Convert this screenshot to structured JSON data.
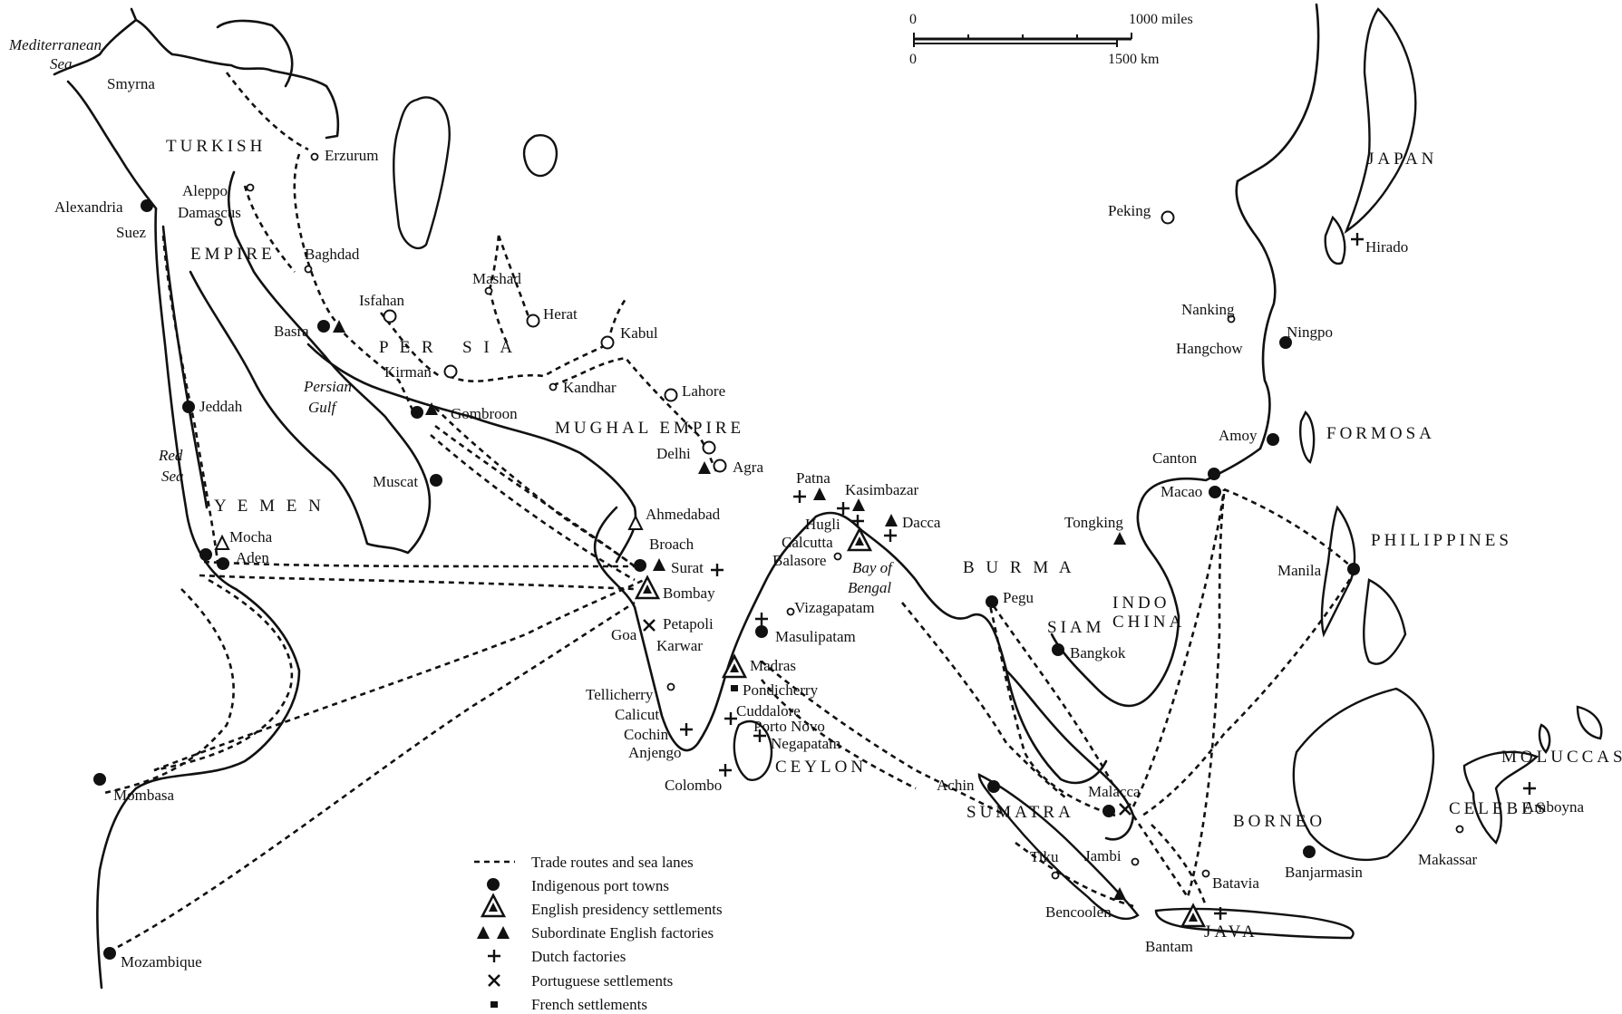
{
  "scale": {
    "zero_top": "0",
    "miles_label": "1000 miles",
    "zero_bottom": "0",
    "km_label": "1500 km"
  },
  "regions": {
    "turkish": "TURKISH",
    "empire": "EMPIRE",
    "persia_1": "P E R",
    "persia_2": "S I A",
    "mughal": "MUGHAL EMPIRE",
    "yemen": "Y E M E N",
    "japan": "JAPAN",
    "formosa": "FORMOSA",
    "philippines": "PHILIPPINES",
    "burma": "B U R M A",
    "siam": "SIAM",
    "indo": "INDO",
    "china": "CHINA",
    "ceylon": "CEYLON",
    "sumatra": "SUMATRA",
    "borneo": "BORNEO",
    "celebes": "CELEBES",
    "moluccas": "MOLUCCAS",
    "java": "JAVA"
  },
  "seas": {
    "med_1": "Mediterranean",
    "med_2": "Sea",
    "persian_gulf_1": "Persian",
    "persian_gulf_2": "Gulf",
    "red_sea_1": "Red",
    "red_sea_2": "Sea",
    "bay_1": "Bay of",
    "bay_2": "Bengal"
  },
  "places": {
    "smyrna": "Smyrna",
    "erzurum": "Erzurum",
    "aleppo": "Aleppo",
    "damascus": "Damascus",
    "alexandria": "Alexandria",
    "suez": "Suez",
    "baghdad": "Baghdad",
    "basra": "Basra",
    "isfahan": "Isfahan",
    "mashad": "Mashad",
    "herat": "Herat",
    "kabul": "Kabul",
    "kirman": "Kirman",
    "kandhar": "Kandhar",
    "lahore": "Lahore",
    "gombroon": "Gombroon",
    "jeddah": "Jeddah",
    "muscat": "Muscat",
    "delhi": "Delhi",
    "agra": "Agra",
    "mocha": "Mocha",
    "aden": "Aden",
    "ahmedabad": "Ahmedabad",
    "broach": "Broach",
    "surat": "Surat",
    "bombay": "Bombay",
    "goa": "Goa",
    "petapoli": "Petapoli",
    "karwar": "Karwar",
    "tellicherry": "Tellicherry",
    "calicut": "Calicut",
    "cochin": "Cochin",
    "anjengo": "Anjengo",
    "colombo": "Colombo",
    "madras": "Madras",
    "pondicherry": "Pondicherry",
    "cuddalore": "Cuddalore",
    "porto_novo": "Porto Novo",
    "negapatam": "Negapatam",
    "masulipatam": "Masulipatam",
    "vizagapatam": "Vizagapatam",
    "patna": "Patna",
    "kasimbazar": "Kasimbazar",
    "hugli": "Hugli",
    "calcutta": "Calcutta",
    "balasore": "Balasore",
    "dacca": "Dacca",
    "pegu": "Pegu",
    "bangkok": "Bangkok",
    "tongking": "Tongking",
    "peking": "Peking",
    "nanking": "Nanking",
    "hangchow": "Hangchow",
    "ningpo": "Ningpo",
    "amoy": "Amoy",
    "canton": "Canton",
    "macao": "Macao",
    "hirado": "Hirado",
    "manila": "Manila",
    "achin": "Achin",
    "malacca": "Malacca",
    "tiku": "Tiku",
    "jambi": "Jambi",
    "batavia": "Batavia",
    "bencoolen": "Bencoolen",
    "bantam": "Bantam",
    "banjarmasin": "Banjarmasin",
    "makassar": "Makassar",
    "amboyna": "Amboyna",
    "mombasa": "Mombasa",
    "mozambique": "Mozambique"
  },
  "legend": [
    "Trade routes and sea lanes",
    "Indigenous port towns",
    "English presidency settlements",
    "Subordinate English factories",
    "Dutch factories",
    "Portuguese settlements",
    "French settlements"
  ]
}
